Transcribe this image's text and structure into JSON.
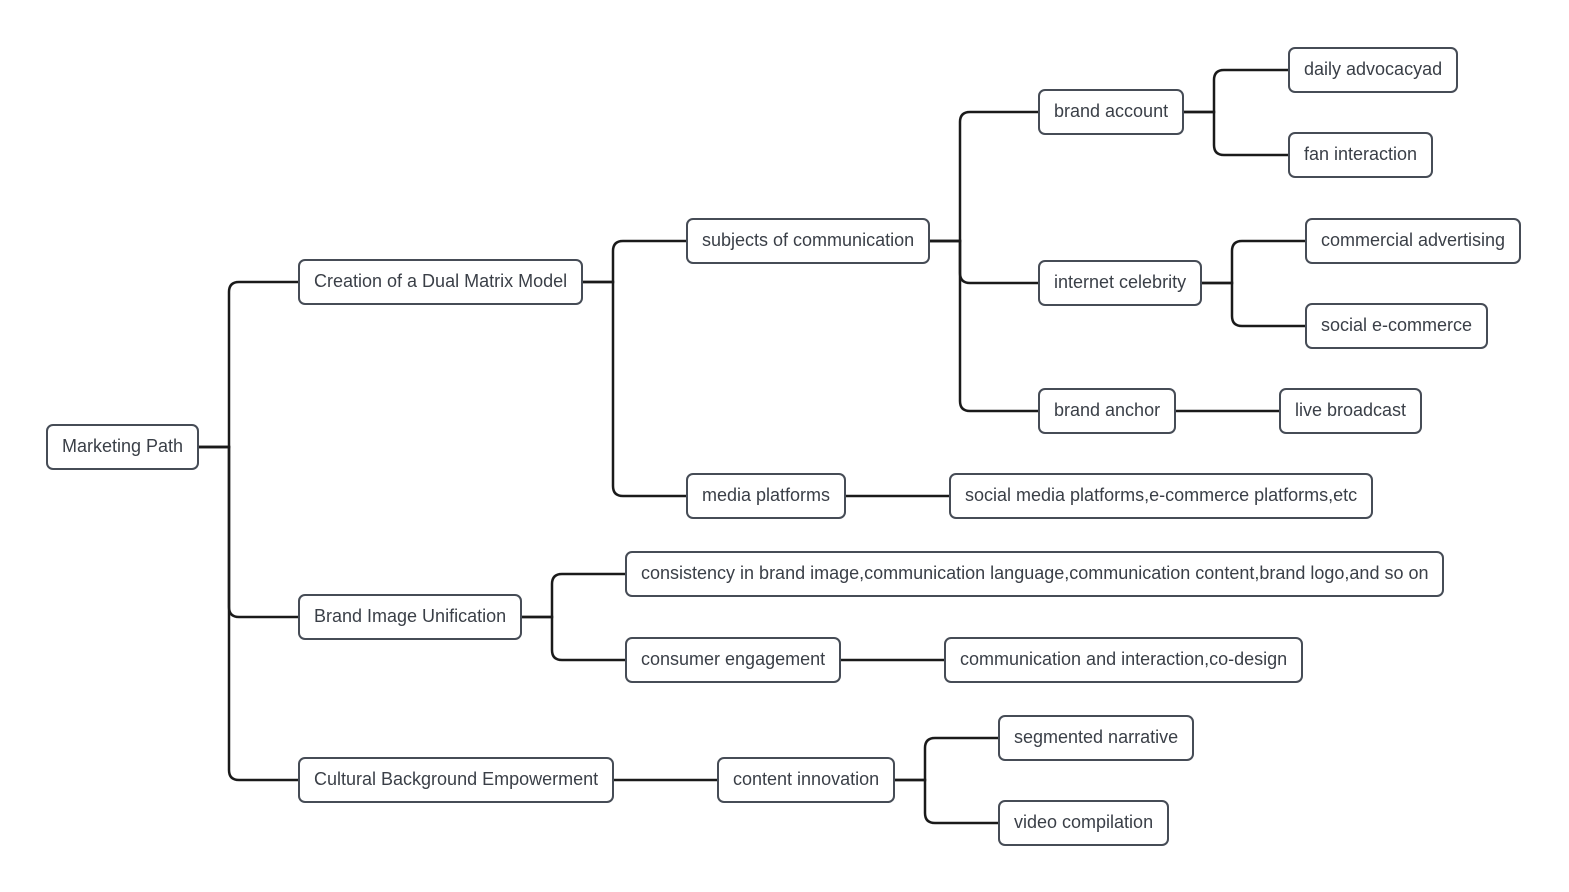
{
  "diagram": {
    "colors": {
      "line": "#1a1a1a",
      "node_border": "#464c56",
      "node_text": "#3a3f47",
      "background": "#ffffff"
    },
    "nodes": [
      {
        "id": "root",
        "label": "Marketing Path"
      },
      {
        "id": "dual",
        "label": "Creation of a Dual Matrix Model"
      },
      {
        "id": "subjects",
        "label": "subjects of communication"
      },
      {
        "id": "brand_account",
        "label": "brand account"
      },
      {
        "id": "daily",
        "label": "daily advocacyad"
      },
      {
        "id": "fan",
        "label": "fan interaction"
      },
      {
        "id": "celebrity",
        "label": "internet celebrity"
      },
      {
        "id": "commercial",
        "label": "commercial advertising"
      },
      {
        "id": "social_ecom",
        "label": "social e-commerce"
      },
      {
        "id": "anchor",
        "label": "brand anchor"
      },
      {
        "id": "live",
        "label": "live broadcast"
      },
      {
        "id": "media",
        "label": "media platforms"
      },
      {
        "id": "social_media",
        "label": "social media platforms,e-commerce platforms,etc"
      },
      {
        "id": "brand_image",
        "label": "Brand Image Unification"
      },
      {
        "id": "consistency",
        "label": "consistency in brand image,communication language,communication content,brand logo,and so on"
      },
      {
        "id": "engagement",
        "label": "consumer engagement"
      },
      {
        "id": "comm_inter",
        "label": "communication and interaction,co-design"
      },
      {
        "id": "cultural",
        "label": "Cultural Background Empowerment"
      },
      {
        "id": "content",
        "label": "content innovation"
      },
      {
        "id": "segmented",
        "label": "segmented narrative"
      },
      {
        "id": "video",
        "label": "video compilation"
      }
    ],
    "edges": [
      [
        "root",
        "dual"
      ],
      [
        "root",
        "brand_image"
      ],
      [
        "root",
        "cultural"
      ],
      [
        "dual",
        "subjects"
      ],
      [
        "dual",
        "media"
      ],
      [
        "subjects",
        "brand_account"
      ],
      [
        "subjects",
        "celebrity"
      ],
      [
        "subjects",
        "anchor"
      ],
      [
        "brand_account",
        "daily"
      ],
      [
        "brand_account",
        "fan"
      ],
      [
        "celebrity",
        "commercial"
      ],
      [
        "celebrity",
        "social_ecom"
      ],
      [
        "anchor",
        "live"
      ],
      [
        "media",
        "social_media"
      ],
      [
        "brand_image",
        "consistency"
      ],
      [
        "brand_image",
        "engagement"
      ],
      [
        "engagement",
        "comm_inter"
      ],
      [
        "cultural",
        "content"
      ],
      [
        "content",
        "segmented"
      ],
      [
        "content",
        "video"
      ]
    ]
  }
}
